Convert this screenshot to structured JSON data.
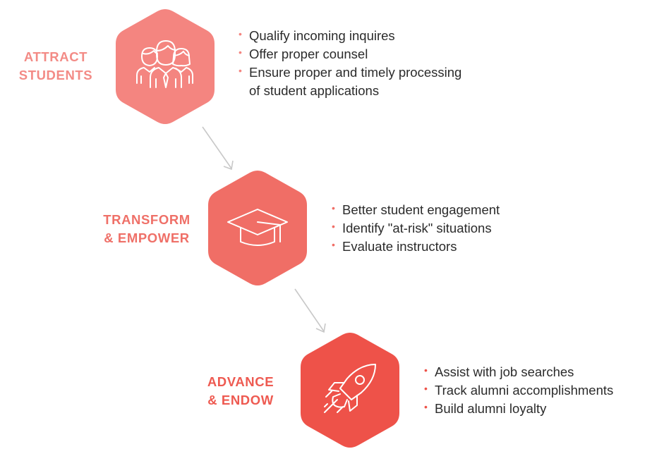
{
  "colors": {
    "stage1": "#f48580",
    "stage2": "#f06e66",
    "stage3": "#ee5249",
    "label1": "#f38b86",
    "label2": "#ef7068",
    "label3": "#ee5a51",
    "text": "#2b2b2b",
    "arrow": "#c8c8c8"
  },
  "stages": [
    {
      "icon": "people-icon",
      "label_line1": "ATTRACT",
      "label_line2": "STUDENTS",
      "bullets": [
        "Qualify incoming inquires",
        "Offer proper counsel",
        "Ensure proper and timely processing",
        "of student applications"
      ]
    },
    {
      "icon": "graduation-cap-icon",
      "label_line1": "TRANSFORM",
      "label_line2": "& EMPOWER",
      "bullets": [
        "Better student engagement",
        "Identify \"at-risk\" situations",
        "Evaluate instructors"
      ]
    },
    {
      "icon": "rocket-icon",
      "label_line1": "ADVANCE",
      "label_line2": "& ENDOW",
      "bullets": [
        "Assist with job searches",
        "Track alumni accomplishments",
        "Build alumni loyalty"
      ]
    }
  ]
}
